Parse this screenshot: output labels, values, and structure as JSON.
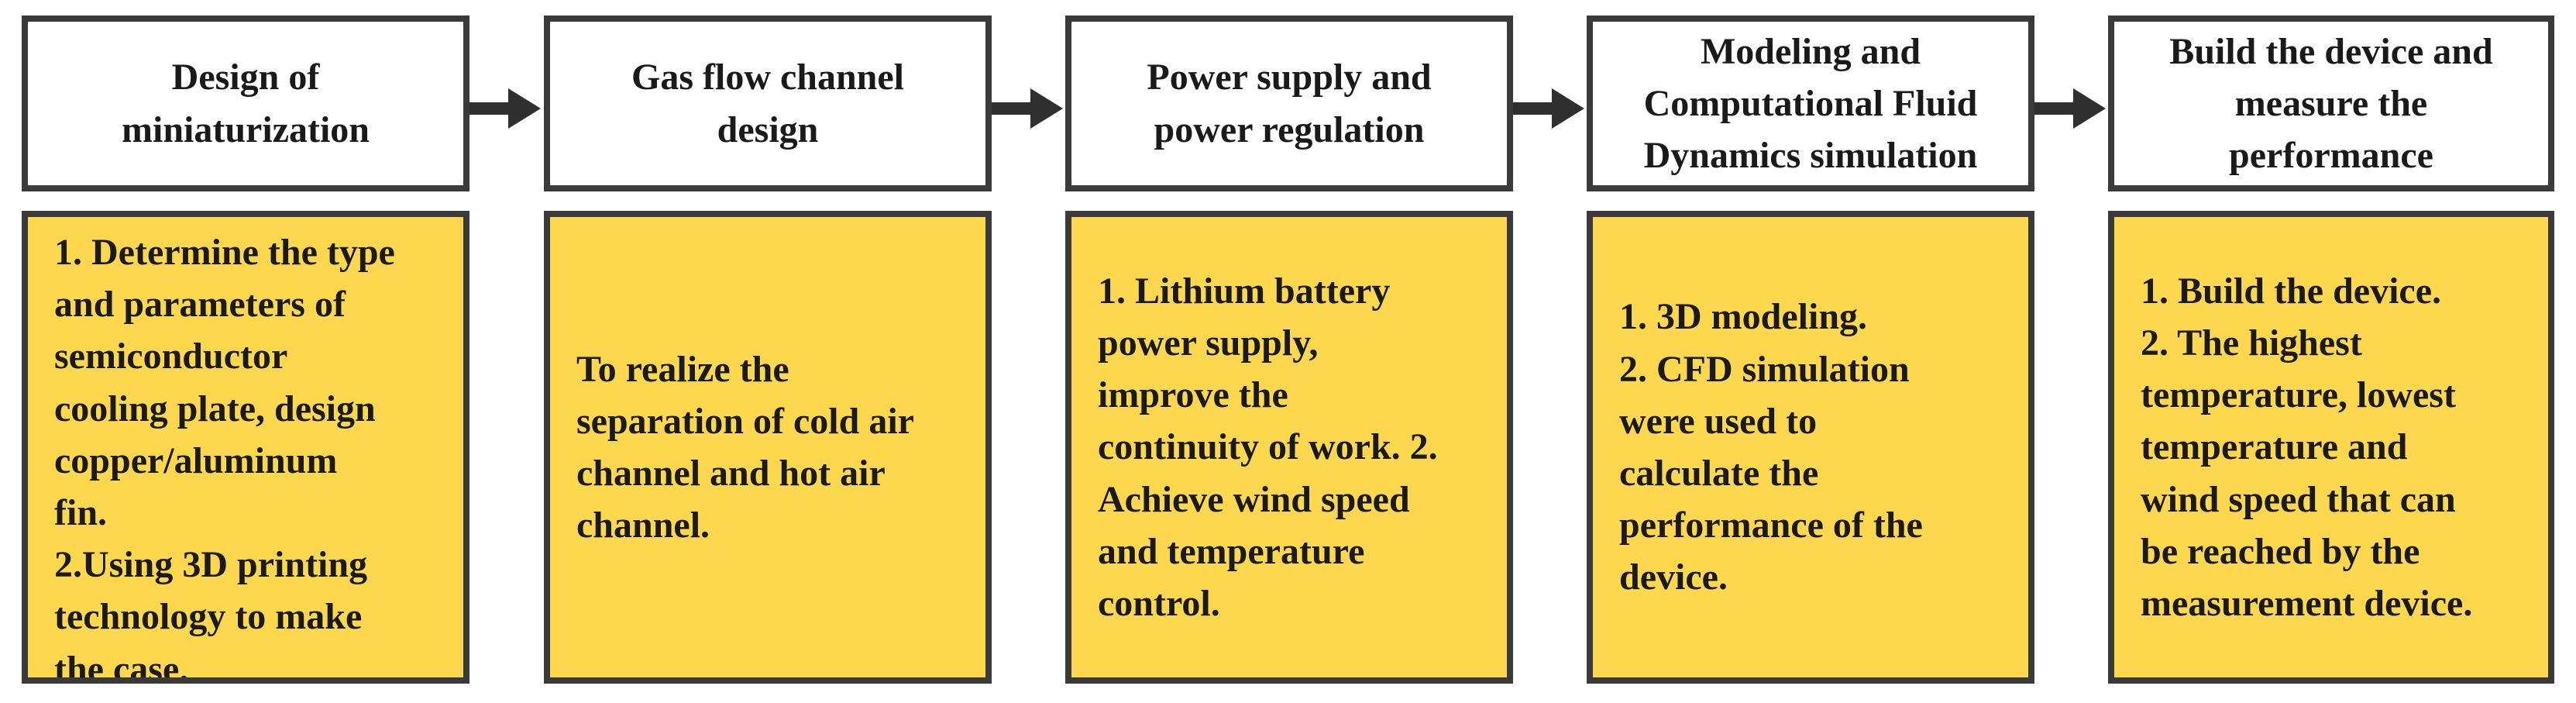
{
  "steps": [
    {
      "title": "Design of\nminiaturization",
      "body": "1. Determine the type\nand parameters of\nsemiconductor\ncooling plate, design\ncopper/aluminum\nfin.\n2.Using 3D printing\ntechnology to make\nthe case."
    },
    {
      "title": "Gas flow channel\ndesign",
      "body": "To realize the\nseparation of cold air\nchannel and hot air\nchannel."
    },
    {
      "title": "Power supply and\npower regulation",
      "body": "1. Lithium battery\npower supply,\nimprove the\ncontinuity of work. 2.\nAchieve wind speed\nand temperature\ncontrol."
    },
    {
      "title": "Modeling and\nComputational Fluid\nDynamics simulation",
      "body": "1. 3D modeling.\n2. CFD simulation\nwere used to\ncalculate the\nperformance of the\ndevice."
    },
    {
      "title": "Build the device and\nmeasure the\nperformance",
      "body": "1. Build the device.\n2. The highest\ntemperature, lowest\ntemperature and\nwind speed that can\nbe reached by the\nmeasurement device."
    }
  ],
  "colors": {
    "header_bg": "#ffffff",
    "body_bg": "#fdd84f",
    "border": "#3a3a3a",
    "arrow": "#2f2f2f"
  },
  "icons": {
    "connector": "right-arrow-icon"
  }
}
